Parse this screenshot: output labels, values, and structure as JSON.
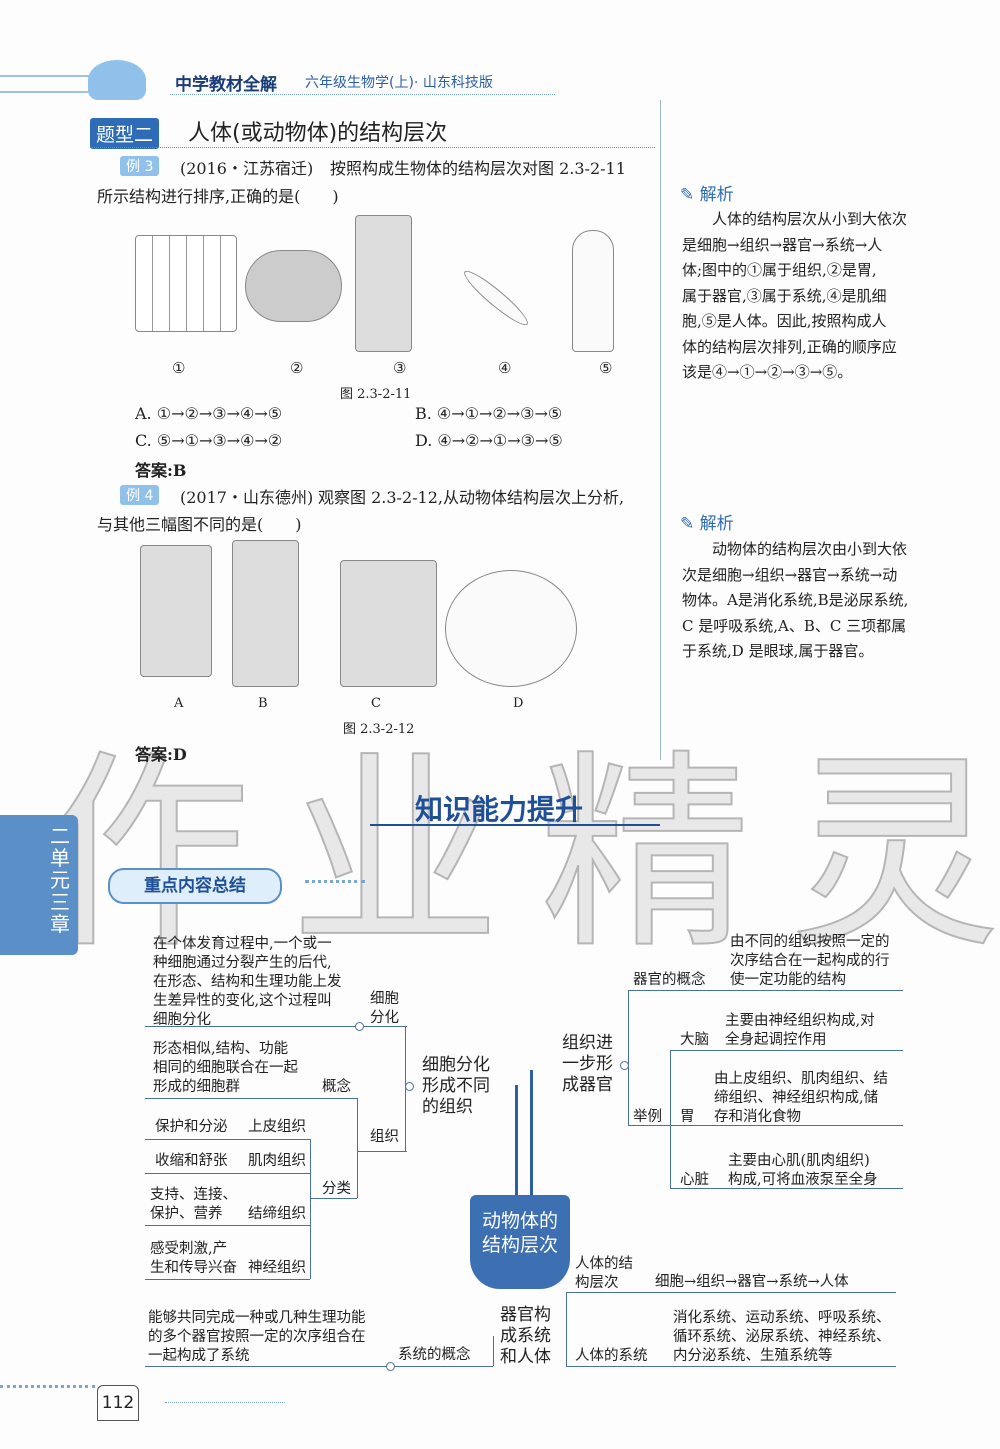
{
  "header": {
    "series": "中学教材全解",
    "subtitle": "六年级生物学(上)· 山东科技版"
  },
  "section": {
    "badge": "题型二",
    "title": "人体(或动物体)的结构层次"
  },
  "example3": {
    "tag": "例 3",
    "source": "(2016・江苏宿迁)",
    "line1": "按照构成生物体的结构层次对图 2.3-2-11",
    "line2": "所示结构进行排序,正确的是(　　)",
    "figure_labels": [
      "①",
      "②",
      "③",
      "④",
      "⑤"
    ],
    "caption": "图 2.3-2-11",
    "options": [
      "A. ①→②→③→④→⑤",
      "B. ④→①→②→③→⑤",
      "C. ⑤→①→③→④→②",
      "D. ④→②→①→③→⑤"
    ],
    "answer": "答案:B"
  },
  "example4": {
    "tag": "例 4",
    "source": "(2017・山东德州)",
    "line1": "观察图 2.3-2-12,从动物体结构层次上分析,",
    "line2": "与其他三幅图不同的是(　　)",
    "figure_labels": [
      "A",
      "B",
      "C",
      "D"
    ],
    "caption": "图 2.3-2-12",
    "answer": "答案:D"
  },
  "analysis1": {
    "title": "解析",
    "lines": [
      "人体的结构层次从小到大依次",
      "是细胞→组织→器官→系统→人",
      "体;图中的①属于组织,②是胃,",
      "属于器官,③属于系统,④是肌细",
      "胞,⑤是人体。因此,按照构成人",
      "体的结构层次排列,正确的顺序应",
      "该是④→①→②→③→⑤。"
    ]
  },
  "analysis2": {
    "title": "解析",
    "lines": [
      "动物体的结构层次由小到大依",
      "次是细胞→组织→器官→系统→动",
      "物体。A是消化系统,B是泌尿系统,",
      "C 是呼吸系统,A、B、C 三项都属",
      "于系统,D 是眼球,属于器官。"
    ]
  },
  "knowledge": {
    "title": "知识能力提升",
    "side_tab": "二单元三章",
    "summary_pill": "重点内容总结"
  },
  "watermark": "作业精灵",
  "mindmap": {
    "center": "动物体的\n结构层次",
    "branch1": {
      "title": "细胞分化\n形成不同\n的组织",
      "diff_label": "细胞\n分化",
      "diff_def": "在个体发育过程中,一个或一\n种细胞通过分裂产生的后代,\n在形态、结构和生理功能上发\n生差异性的变化,这个过程叫\n细胞分化",
      "tissue_label": "组织",
      "concept_label": "概念",
      "concept_def": "形态相似,结构、功能\n相同的细胞联合在一起\n形成的细胞群",
      "class_label": "分类",
      "tissues": [
        {
          "fn": "保护和分泌",
          "name": "上皮组织"
        },
        {
          "fn": "收缩和舒张",
          "name": "肌肉组织"
        },
        {
          "fn": "支持、连接、\n保护、营养",
          "name": "结缔组织"
        },
        {
          "fn": "感受刺激,产\n生和传导兴奋",
          "name": "神经组织"
        }
      ]
    },
    "branch2": {
      "title": "组织进\n一步形\n成器官",
      "organ_concept_label": "器官的概念",
      "organ_concept_def": "由不同的组织按照一定的\n次序结合在一起构成的行\n使一定功能的结构",
      "example_label": "举例",
      "examples": [
        {
          "name": "大脑",
          "desc": "主要由神经组织构成,对\n全身起调控作用"
        },
        {
          "name": "胃",
          "desc": "由上皮组织、肌肉组织、结\n缔组织、神经组织构成,储\n存和消化食物"
        },
        {
          "name": "心脏",
          "desc": "主要由心肌(肌肉组织)\n构成,可将血液泵至全身"
        }
      ]
    },
    "branch3": {
      "title": "器官构\n成系统\n和人体",
      "system_concept_label": "系统的概念",
      "system_concept_def": "能够共同完成一种或几种生理功能\n的多个器官按照一定的次序组合在\n一起构成了系统",
      "levels_label": "人体的结\n构层次",
      "levels": "细胞→组织→器官→系统→人体",
      "systems_label": "人体的系统",
      "systems": "消化系统、运动系统、呼吸系统、\n循环系统、泌尿系统、神经系统、\n内分泌系统、生殖系统等"
    }
  },
  "footer": {
    "page": "112"
  }
}
